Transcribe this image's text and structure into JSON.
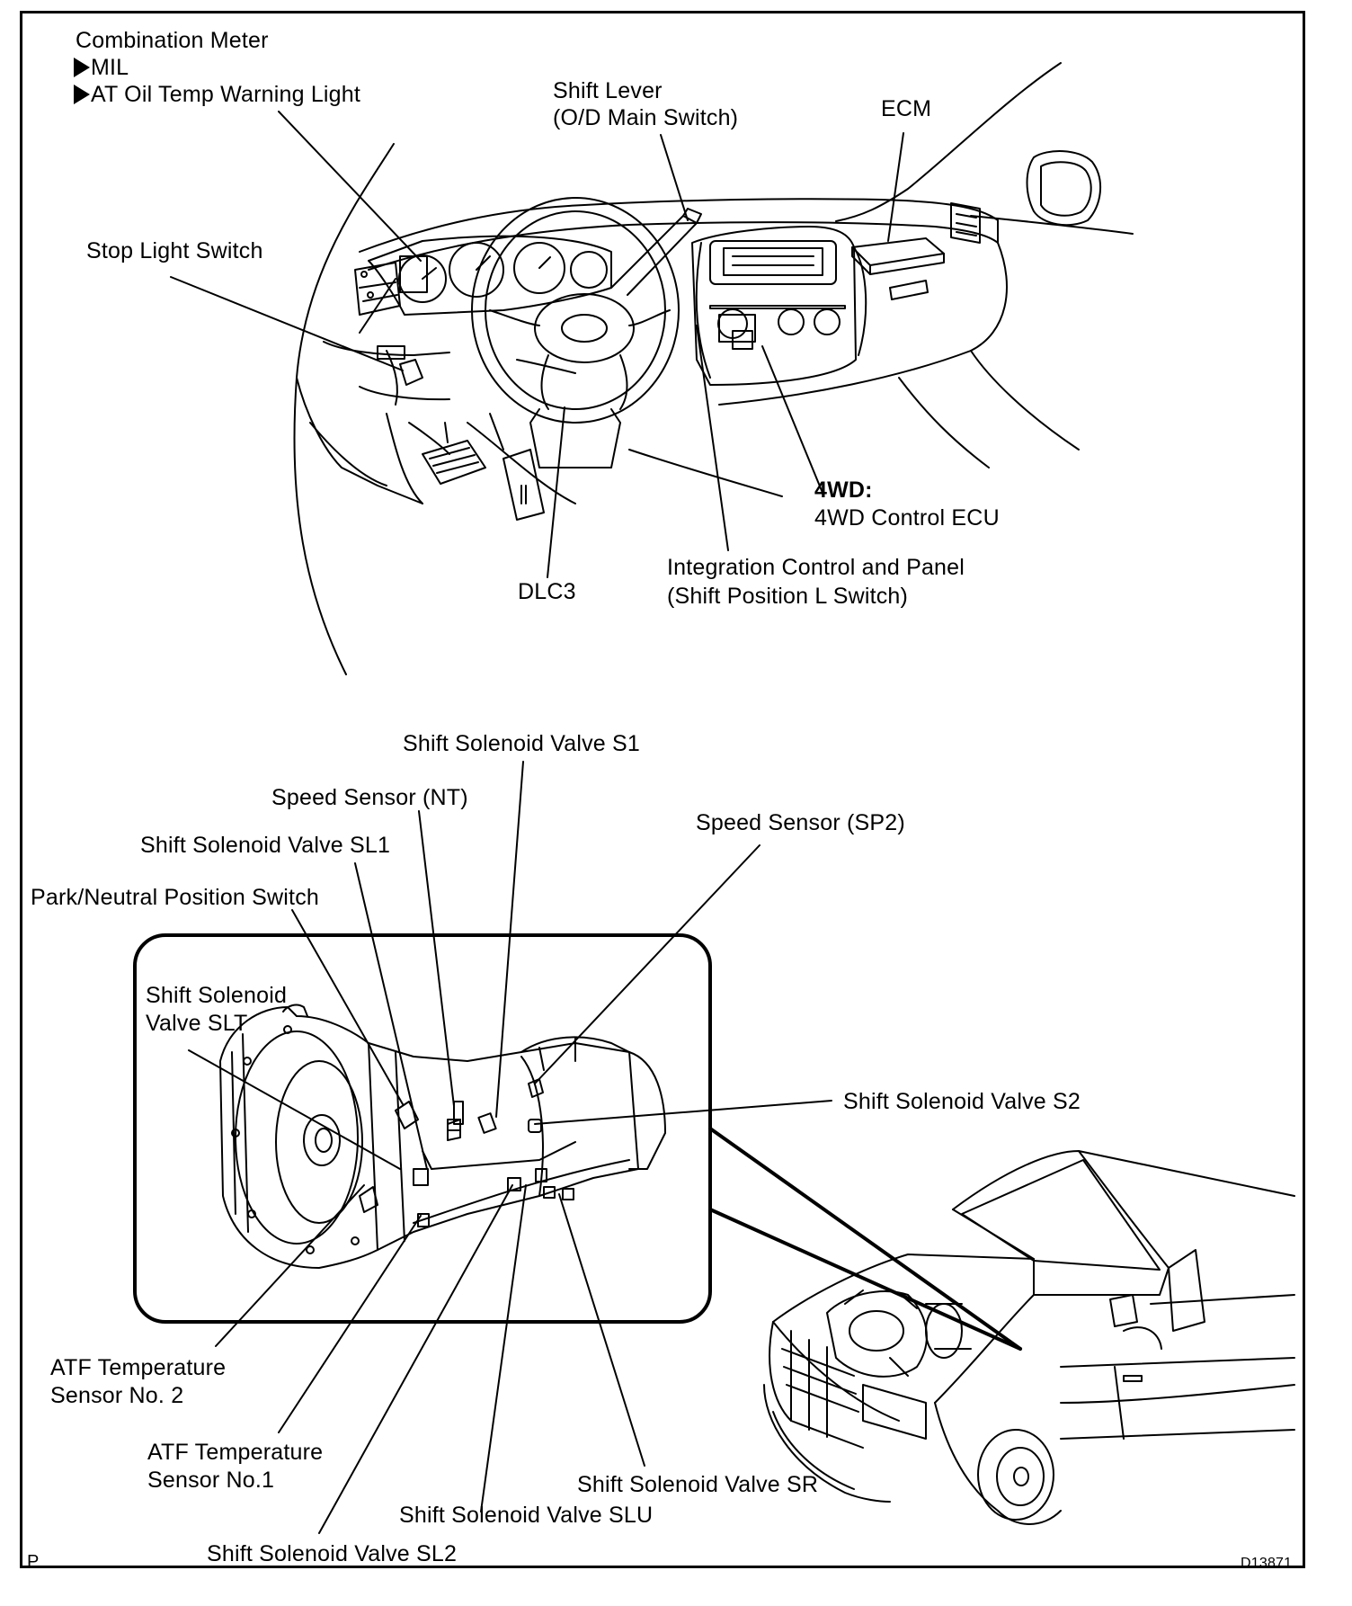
{
  "labels": {
    "combination_meter": "Combination Meter",
    "mil": "MIL",
    "at_oil_temp": "AT Oil Temp Warning Light",
    "shift_lever_1": "Shift Lever",
    "shift_lever_2": "(O/D Main Switch)",
    "ecm": "ECM",
    "stop_light_switch": "Stop Light Switch",
    "fourwd_tag": "4WD:",
    "fourwd_ecu": "4WD Control ECU",
    "integration_1": "Integration Control and Panel",
    "integration_2": "(Shift Position L Switch)",
    "dlc3": "DLC3",
    "s1": "Shift Solenoid Valve S1",
    "speed_nt": "Speed Sensor (NT)",
    "sl1": "Shift Solenoid Valve SL1",
    "speed_sp2": "Speed Sensor (SP2)",
    "park_neutral": "Park/Neutral Position Switch",
    "slt_1": "Shift Solenoid",
    "slt_2": "Valve SLT",
    "s2": "Shift Solenoid Valve S2",
    "atf2_1": "ATF Temperature",
    "atf2_2": "Sensor No. 2",
    "atf1_1": "ATF Temperature",
    "atf1_2": "Sensor No.1",
    "sr": "Shift Solenoid Valve SR",
    "slu": "Shift Solenoid Valve SLU",
    "sl2": "Shift Solenoid Valve SL2",
    "corner_p": "P",
    "figure_id": "D13871"
  },
  "icons": [
    "triangle-bullet-icon"
  ]
}
